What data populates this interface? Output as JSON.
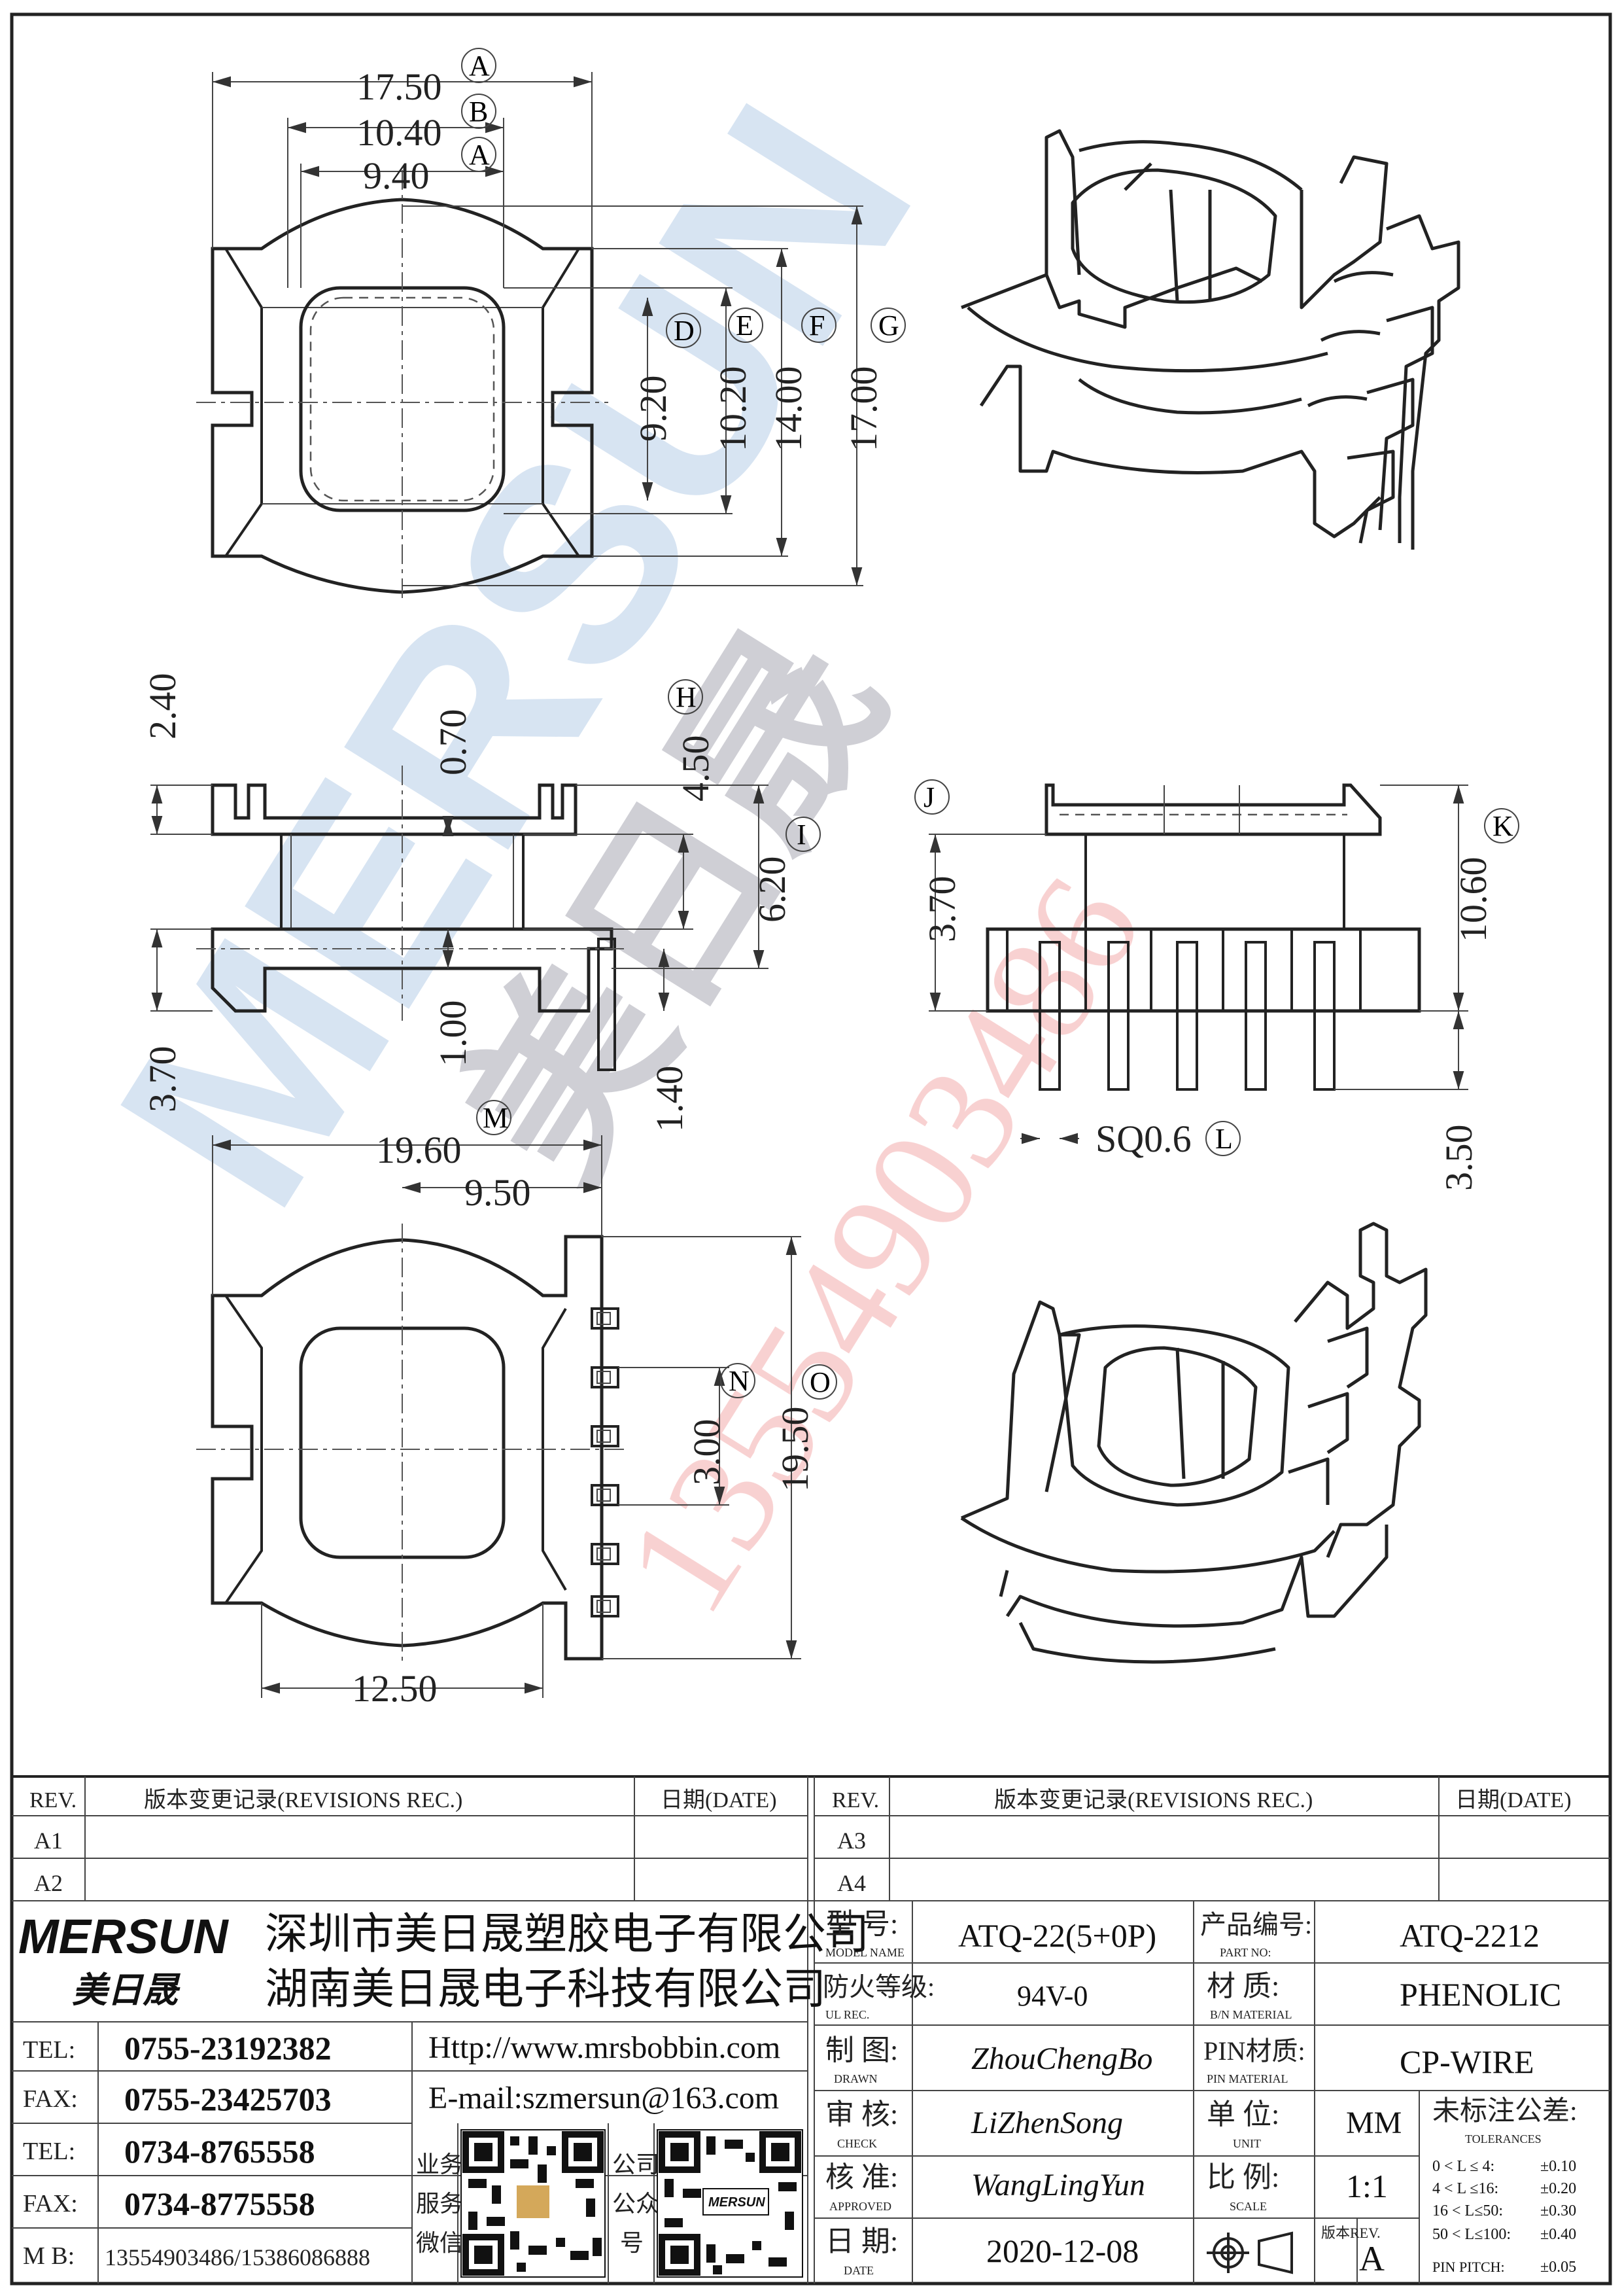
{
  "watermark": {
    "brand": "MERSUN",
    "brand_cn": "美日晟",
    "phone": "13554903486",
    "colors": {
      "blue": "#8fb4dc",
      "gray": "#9a9aa6",
      "red": "#f0a0a0"
    }
  },
  "dimensions": {
    "top_view": {
      "width_a": "17.50",
      "width_b": "10.40",
      "width_a2": "9.40",
      "h_d": "9.20",
      "h_e": "10.20",
      "h_f": "14.00",
      "h_g": "17.00",
      "tags": [
        "A",
        "B",
        "A",
        "D",
        "E",
        "F",
        "G"
      ]
    },
    "front_view": {
      "d240": "2.40",
      "d070": "0.70",
      "d450": "4.50",
      "tag_h": "H",
      "d620": "6.20",
      "tag_i": "I",
      "d100": "1.00",
      "d140": "1.40",
      "d370": "3.70"
    },
    "side_view": {
      "d370": "3.70",
      "tag_j": "J",
      "d1060": "10.60",
      "tag_k": "K",
      "d350": "3.50",
      "sq": "SQ0.6",
      "tag_l": "L"
    },
    "bottom_view": {
      "d1960": "19.60",
      "tag_m": "M",
      "d950": "9.50",
      "d300": "3.00",
      "tag_n": "N",
      "d1950": "19.50",
      "tag_o": "O",
      "d1250": "12.50"
    }
  },
  "title_block": {
    "rev_left": {
      "col_rev": "REV.",
      "col_rec": "版本变更记录(REVISIONS REC.)",
      "col_date": "日期(DATE)",
      "rows": [
        "A1",
        "A2"
      ]
    },
    "rev_right": {
      "col_rev": "REV.",
      "col_rec": "版本变更记录(REVISIONS REC.)",
      "col_date": "日期(DATE)",
      "rows": [
        "A3",
        "A4"
      ]
    },
    "company": {
      "logo": "MERSUN",
      "logo_cn": "美日晟",
      "name1": "深圳市美日晟塑胶电子有限公司",
      "name2": "湖南美日晟电子科技有限公司"
    },
    "contacts": [
      {
        "label": "TEL:",
        "value": "0755-23192382"
      },
      {
        "label": "FAX:",
        "value": "0755-23425703"
      },
      {
        "label": "TEL:",
        "value": "0734-8765558"
      },
      {
        "label": "FAX:",
        "value": "0734-8775558"
      },
      {
        "label": "M B:",
        "value": "13554903486/15386086888"
      }
    ],
    "web": "Http://www.mrsbobbin.com",
    "email": "E-mail:szmersun@163.com",
    "qr1_label": [
      "业务",
      "服务",
      "微信"
    ],
    "qr2_label": [
      "公司",
      "公众",
      "号"
    ],
    "fields": {
      "model_label": "型  号:",
      "model_sub": "MODEL NAME",
      "model_value": "ATQ-22(5+0P)",
      "part_label": "产品编号:",
      "part_sub": "PART NO:",
      "part_value": "ATQ-2212",
      "ul_label": "防火等级:",
      "ul_sub": "UL REC.",
      "ul_value": "94V-0",
      "mat_label": "材  质:",
      "mat_sub": "B/N MATERIAL",
      "mat_value": "PHENOLIC",
      "drawn_label": "制  图:",
      "drawn_sub": "DRAWN",
      "drawn_value": "ZhouChengBo",
      "pin_label": "PIN材质:",
      "pin_sub": "PIN MATERIAL",
      "pin_value": "CP-WIRE",
      "check_label": "审  核:",
      "check_sub": "CHECK",
      "check_value": "LiZhenSong",
      "unit_label": "单  位:",
      "unit_sub": "UNIT",
      "unit_value": "MM",
      "tol_label": "未标注公差:",
      "tol_sub": "TOLERANCES",
      "approved_label": "核  准:",
      "approved_sub": "APPROVED",
      "approved_value": "WangLingYun",
      "scale_label": "比  例:",
      "scale_sub": "SCALE",
      "scale_value": "1:1",
      "date_label": "日  期:",
      "date_sub": "DATE",
      "date_value": "2020-12-08",
      "rev_label": "版本REV.",
      "rev_value": "A"
    },
    "tolerances": [
      {
        "range": "0 < L ≤  4:",
        "tol": "±0.10"
      },
      {
        "range": "4 < L ≤16:",
        "tol": "±0.20"
      },
      {
        "range": "16 < L≤50:",
        "tol": "±0.30"
      },
      {
        "range": "50 < L≤100:",
        "tol": "±0.40"
      },
      {
        "range": "PIN PITCH:",
        "tol": "±0.05"
      }
    ]
  }
}
